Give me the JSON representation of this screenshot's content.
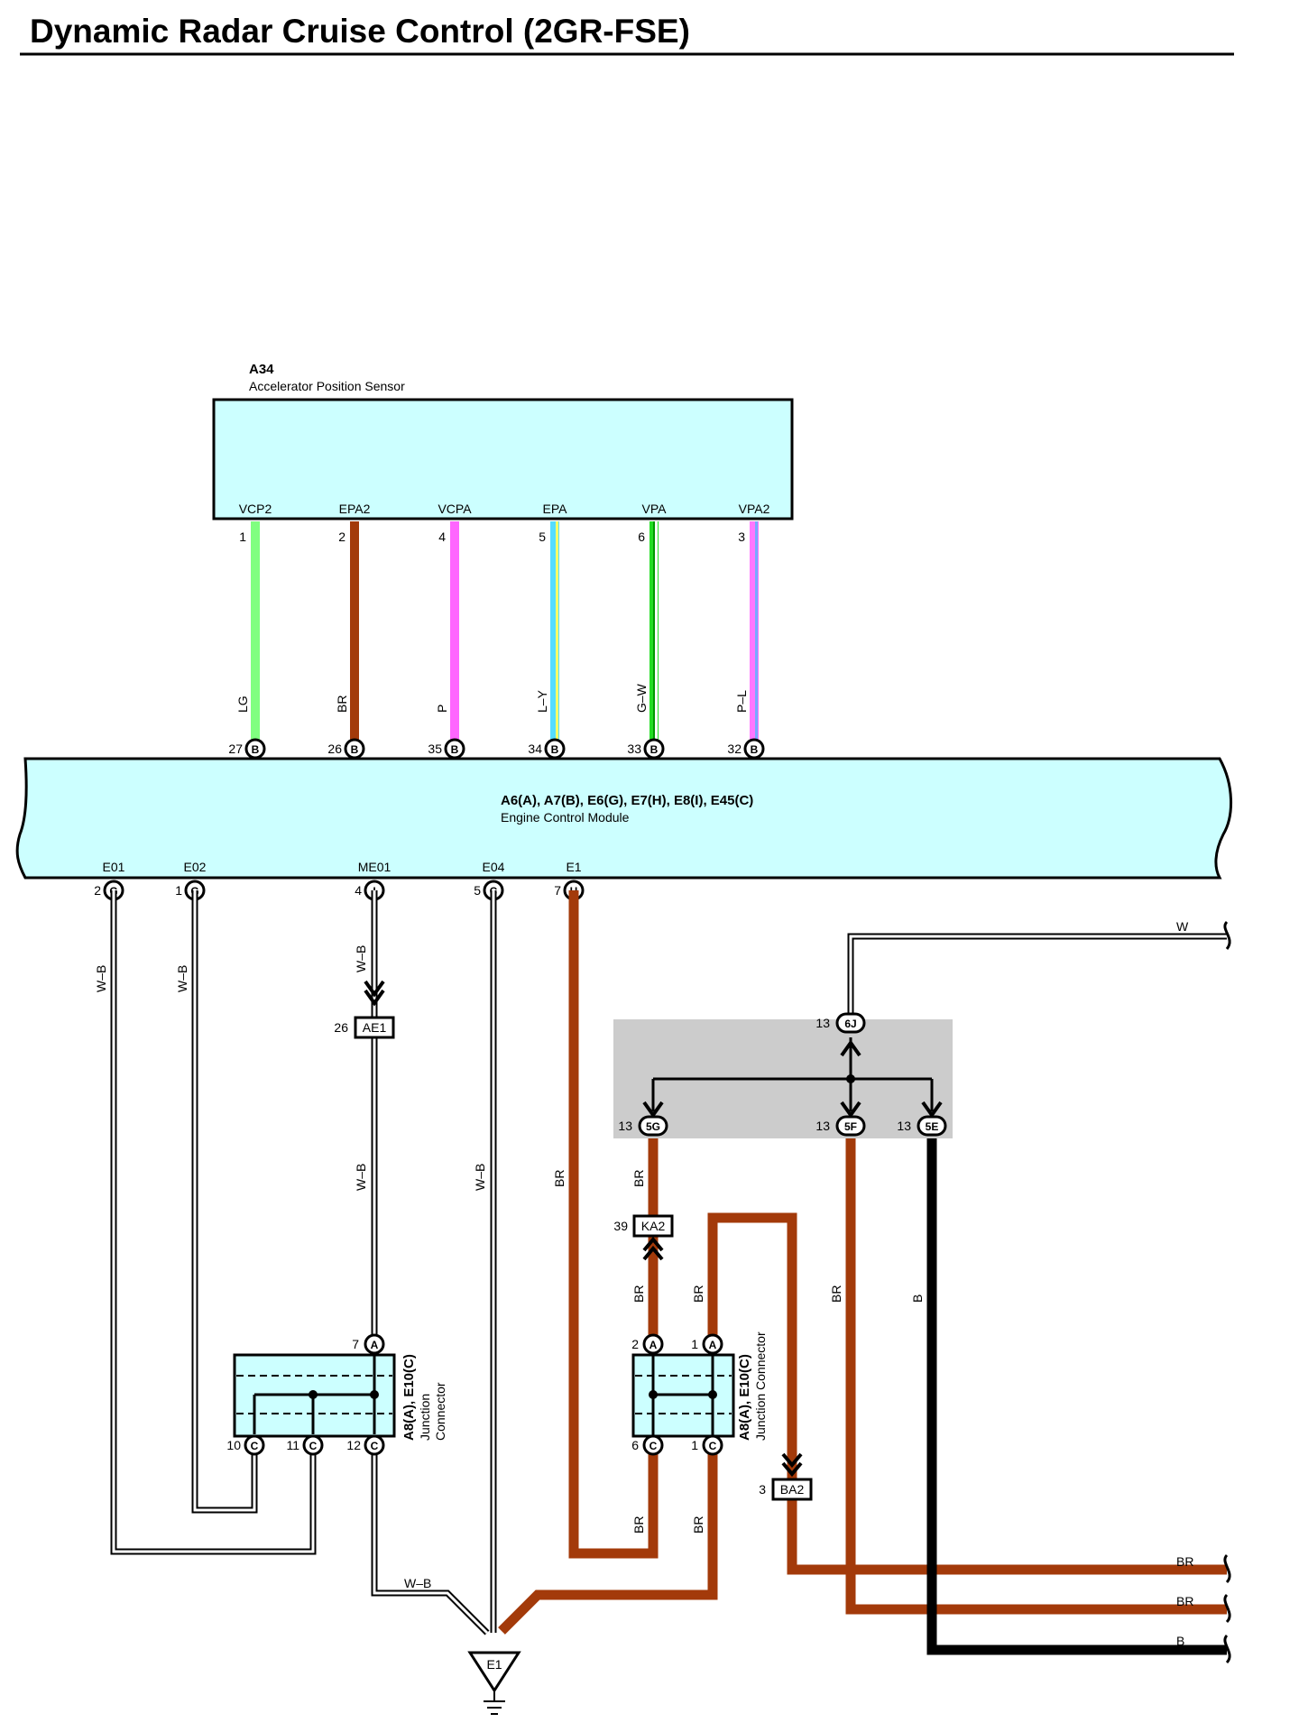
{
  "title": "Dynamic Radar Cruise Control (2GR-FSE)",
  "sensor": {
    "code": "A34",
    "name": "Accelerator Position Sensor"
  },
  "ecm": {
    "code": "A6(A), A7(B), E6(G), E7(H), E8(I), E45(C)",
    "name": "Engine Control Module"
  },
  "sensor_wires": [
    {
      "terminal": "VCP2",
      "sensor_pin": "1",
      "ecm_pin": "27",
      "connector": "B",
      "ecm_terminal": "VCP2",
      "color_code": "LG",
      "colors": [
        "#80ff80"
      ]
    },
    {
      "terminal": "EPA2",
      "sensor_pin": "2",
      "ecm_pin": "26",
      "connector": "B",
      "ecm_terminal": "EPA2",
      "color_code": "BR",
      "colors": [
        "#a33a0a"
      ]
    },
    {
      "terminal": "VCPA",
      "sensor_pin": "4",
      "ecm_pin": "35",
      "connector": "B",
      "ecm_terminal": "VCPA",
      "color_code": "P",
      "colors": [
        "#ff66ff"
      ]
    },
    {
      "terminal": "EPA",
      "sensor_pin": "5",
      "ecm_pin": "34",
      "connector": "B",
      "ecm_terminal": "EPA",
      "color_code": "L–Y",
      "colors": [
        "#55ddff",
        "#ffff66"
      ]
    },
    {
      "terminal": "VPA",
      "sensor_pin": "6",
      "ecm_pin": "33",
      "connector": "B",
      "ecm_terminal": "VPA",
      "color_code": "G–W",
      "colors": [
        "#22dd22",
        "#ffffff"
      ]
    },
    {
      "terminal": "VPA2",
      "sensor_pin": "3",
      "ecm_pin": "32",
      "connector": "B",
      "ecm_terminal": "VPA2",
      "color_code": "P–L",
      "colors": [
        "#ff77ff",
        "#77aaff"
      ]
    }
  ],
  "ecm_bottom_terminals": [
    {
      "name": "E01",
      "pin": "2",
      "connector": "G"
    },
    {
      "name": "E02",
      "pin": "1",
      "connector": "G"
    },
    {
      "name": "ME01",
      "pin": "4",
      "connector": "I"
    },
    {
      "name": "E04",
      "pin": "5",
      "connector": "C"
    },
    {
      "name": "E1",
      "pin": "7",
      "connector": "H"
    }
  ],
  "wire_labels": {
    "wb": "W–B",
    "br": "BR",
    "w": "W",
    "b": "B"
  },
  "connectors": {
    "ae1": {
      "pin": "26",
      "code": "AE1"
    },
    "ka2": {
      "pin": "39",
      "code": "KA2"
    },
    "ba2": {
      "pin": "3",
      "code": "BA2"
    },
    "j6": {
      "pin": "13",
      "code": "6J"
    },
    "g5": {
      "pin": "13",
      "code": "5G"
    },
    "f5": {
      "pin": "13",
      "code": "5F"
    },
    "e5": {
      "pin": "13",
      "code": "5E"
    }
  },
  "junction_left": {
    "top_pin": "7",
    "top_conn": "A",
    "bottom_pins": [
      "10",
      "11",
      "12"
    ],
    "bottom_conn": "C",
    "label_code": "A8(A), E10(C)",
    "label_name": "Junction Connector"
  },
  "junction_right": {
    "top_pins": [
      "2",
      "1"
    ],
    "top_conn": "A",
    "bottom_pins": [
      "6",
      "1"
    ],
    "bottom_conn": "C",
    "label_code": "A8(A), E10(C)",
    "label_name": "Junction Connector"
  },
  "ground": {
    "code": "E1"
  },
  "right_outputs": [
    "BR",
    "BR",
    "B"
  ],
  "colors": {
    "box_fill": "#ccffff",
    "brown": "#a33a0a",
    "junction_block_fill": "#cccccc",
    "black": "#000000"
  }
}
